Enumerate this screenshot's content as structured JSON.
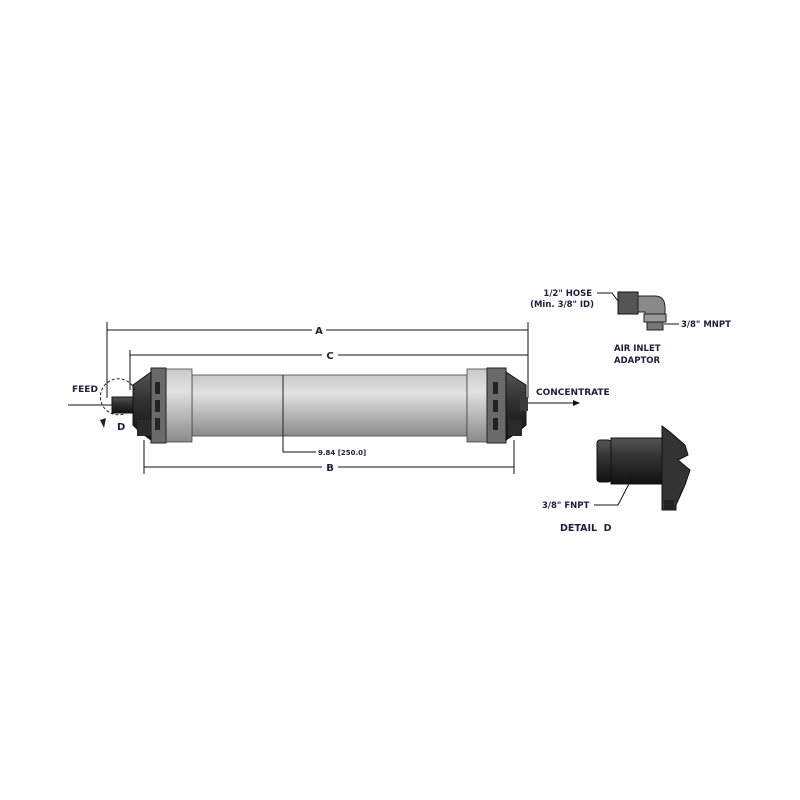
{
  "labels": {
    "dim_a": "A",
    "dim_b": "B",
    "dim_c": "C",
    "center_dim": "9.84 [250.0]",
    "feed": "FEED",
    "concentrate": "CONCENTRATE",
    "detail_callout": "D",
    "hose_line1": "1/2\" HOSE",
    "hose_line2": "(Min. 3/8\" ID)",
    "mnpt": "3/8\" MNPT",
    "air_inlet_line1": "AIR INLET",
    "air_inlet_line2": "ADAPTOR",
    "fnpt": "3/8\" FNPT",
    "detail_title": "DETAIL  D"
  },
  "colors": {
    "text": "#1b1f3b",
    "tube": "#d9d9d9",
    "fitting": "#2e2e2e"
  }
}
